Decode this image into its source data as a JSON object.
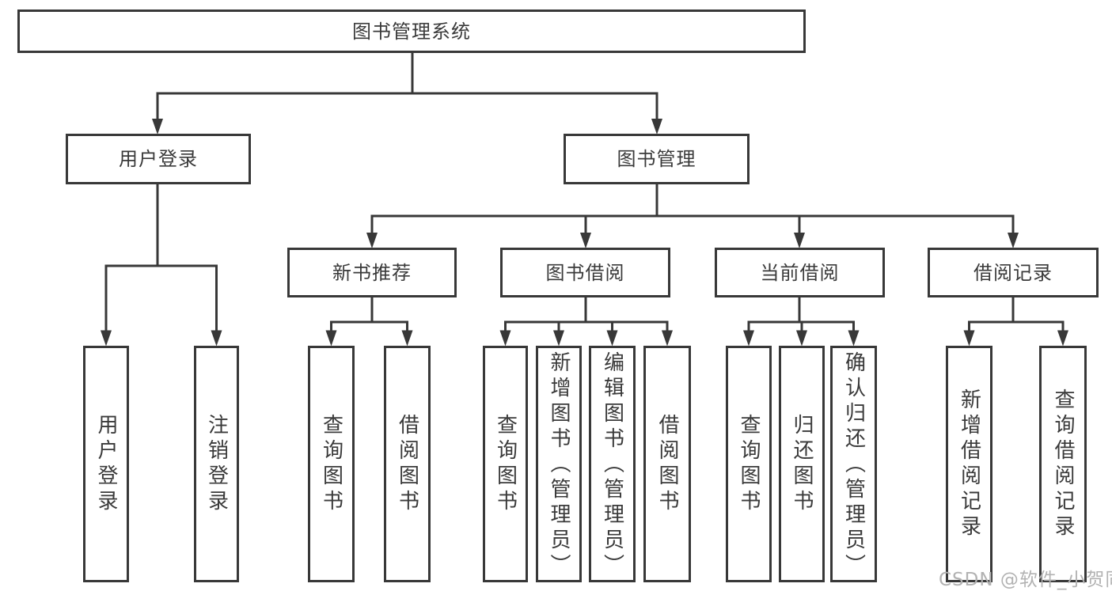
{
  "nodes": {
    "root": {
      "label": "图书管理系统"
    },
    "user_login": {
      "label": "用户登录",
      "leaves": {
        "login": "用户登录",
        "logout": "注销登录"
      }
    },
    "book_mgmt": {
      "label": "图书管理",
      "sections": {
        "new_rec": {
          "label": "新书推荐",
          "leaves": {
            "query": "查询图书",
            "borrow": "借阅图书"
          }
        },
        "borrow": {
          "label": "图书借阅",
          "leaves": {
            "query": "查询图书",
            "add": "新增图书（管理员）",
            "edit": "编辑图书（管理员）",
            "borrow": "借阅图书"
          }
        },
        "current": {
          "label": "当前借阅",
          "leaves": {
            "query": "查询图书",
            "return": "归还图书",
            "confirm": "确认归还（管理员）"
          }
        },
        "records": {
          "label": "借阅记录",
          "leaves": {
            "add": "新增借阅记录",
            "query": "查询借阅记录"
          }
        }
      }
    }
  },
  "watermark": "CSDN @软件_小贺同学",
  "colors": {
    "line": "#383838",
    "box_bg": "#ffffff",
    "text": "#3a3a3a",
    "watermark": "#b2b2b2"
  }
}
